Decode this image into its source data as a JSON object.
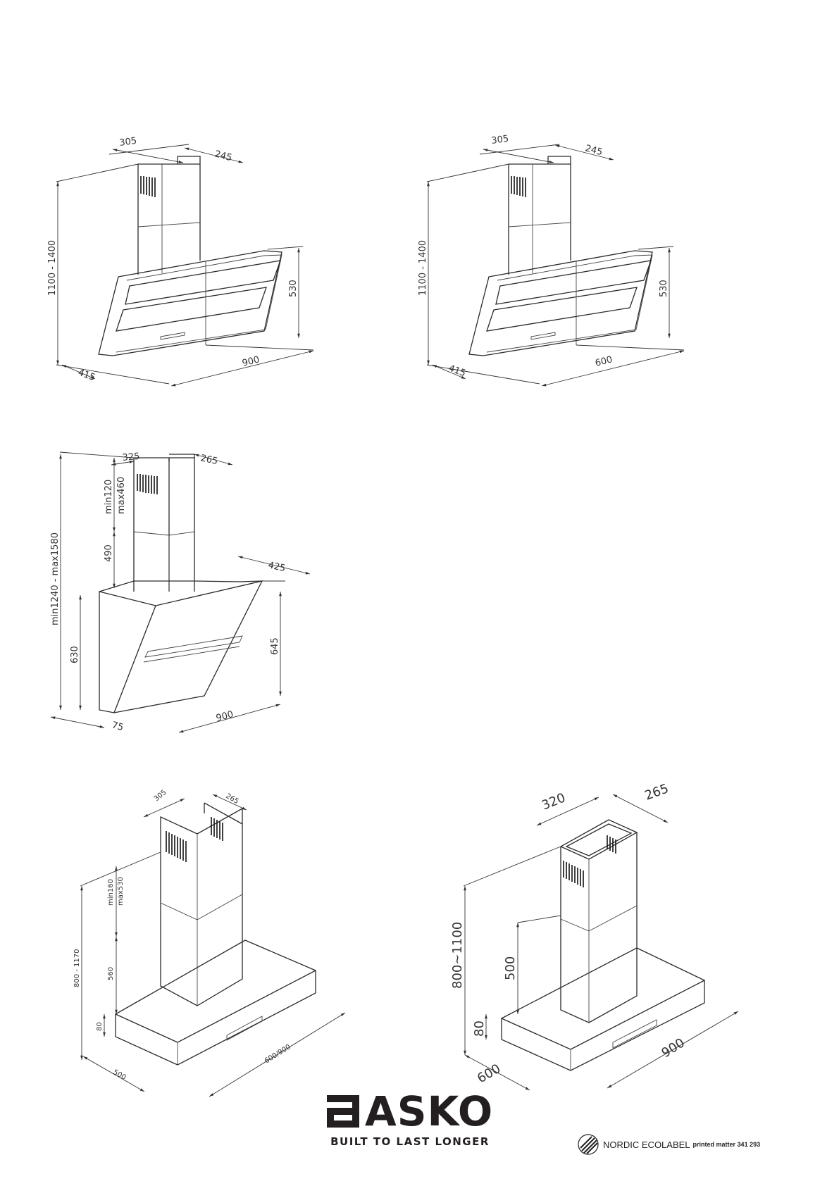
{
  "diagrams": [
    {
      "id": "hood-angled-900",
      "labels": {
        "chimney_width": "305",
        "chimney_depth": "245",
        "height_range": "1100 - 1400",
        "hood_height": "530",
        "depth": "415",
        "width": "900"
      }
    },
    {
      "id": "hood-angled-600",
      "labels": {
        "chimney_width": "305",
        "chimney_depth": "245",
        "height_range": "1100 - 1400",
        "hood_height": "530",
        "depth": "415",
        "width": "600"
      }
    },
    {
      "id": "hood-vertical-900",
      "labels": {
        "chimney_width": "325",
        "chimney_depth": "265",
        "height_range": "min1240 - max1580",
        "upper_chimney_min": "min120",
        "upper_chimney_max": "max460",
        "lower_chimney": "490",
        "depth": "425",
        "front_height": "630",
        "rear_height": "645",
        "offset": "75",
        "width": "900"
      }
    },
    {
      "id": "hood-box-600-900",
      "labels": {
        "chimney_width": "305",
        "chimney_depth": "265",
        "height_range": "800 - 1170",
        "upper_chimney_min": "min160",
        "upper_chimney_max": "max530",
        "lower_chimney": "560",
        "canopy_height": "80",
        "depth": "500",
        "width": "600/900"
      }
    },
    {
      "id": "hood-box-900",
      "labels": {
        "chimney_width": "320",
        "chimney_depth": "265",
        "height_range": "800~1100",
        "lower_chimney": "500",
        "canopy_height": "80",
        "depth": "600",
        "width": "900"
      }
    }
  ],
  "brand": {
    "name": "ASKO",
    "tagline": "BUILT TO LAST LONGER"
  },
  "ecolabel": {
    "name": "NORDIC ECOLABEL",
    "printed": "printed matter 341 293"
  }
}
